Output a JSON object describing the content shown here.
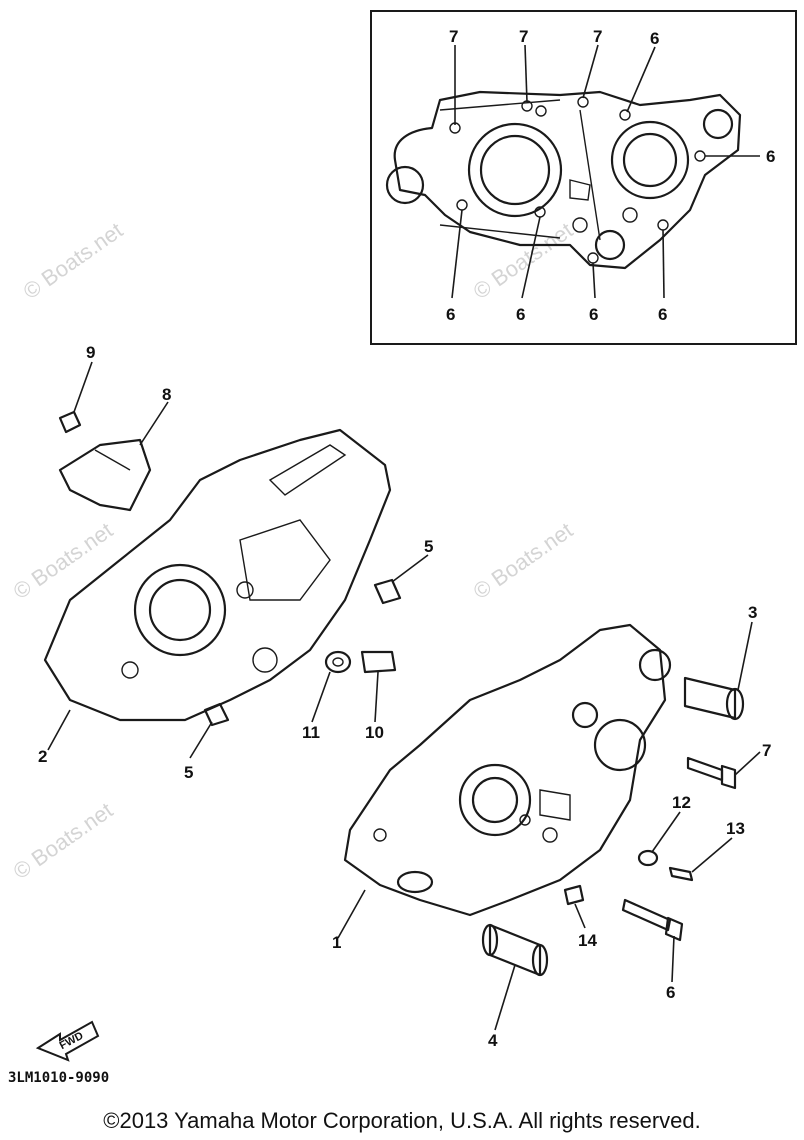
{
  "callouts": {
    "inset_7a": "7",
    "inset_7b": "7",
    "inset_7c": "7",
    "inset_6_top": "6",
    "inset_6_right": "6",
    "inset_6_b1": "6",
    "inset_6_b2": "6",
    "inset_6_b3": "6",
    "inset_6_b4": "6",
    "p9": "9",
    "p8": "8",
    "p5a": "5",
    "p5b": "5",
    "p2": "2",
    "p11": "11",
    "p10": "10",
    "p3": "3",
    "p7": "7",
    "p12": "12",
    "p13": "13",
    "p1": "1",
    "p14": "14",
    "p6": "6",
    "p4": "4"
  },
  "fwd_label": "FWD",
  "diagram_code": "3LM1010-9090",
  "copyright": "©2013 Yamaha Motor Corporation, U.S.A. All rights reserved.",
  "watermark": "© Boats.net"
}
